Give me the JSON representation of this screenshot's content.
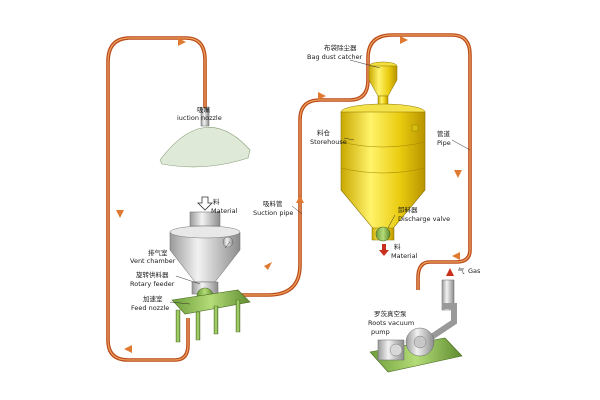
{
  "labels": {
    "suction_nozzle_zh": "吸嘴",
    "suction_nozzle_en": "iuction nozzle",
    "material_top_zh": "料",
    "material_top_en": "Material",
    "vent_chamber_zh": "排气室",
    "vent_chamber_en": "Vent chamber",
    "rotary_feeder_zh": "旋转供料器",
    "rotary_feeder_en": "Rotary feeder",
    "feed_nozzle_zh": "加速室",
    "feed_nozzle_en": "Feed nozzle",
    "suction_pipe_zh": "吸料管",
    "suction_pipe_en": "Suction pipe",
    "bag_dust_zh": "布袋除尘器",
    "bag_dust_en": "Bag dust catcher",
    "storehouse_zh": "料仓",
    "storehouse_en": "Storehouse",
    "pipe_zh": "管道",
    "pipe_en": "Pipe",
    "discharge_zh": "卸料器",
    "discharge_en": "Discharge valve",
    "material_bottom_zh": "料",
    "material_bottom_en": "Material",
    "gas_zh": "气",
    "gas_en": "Gas",
    "roots_zh": "罗茨真空泵",
    "roots_en1": "Roots vacuum",
    "roots_en2": "pump"
  },
  "colors": {
    "pipe": "#d9642a",
    "equipment": "#e9d31a",
    "green": "#8fbf57",
    "arrow": "#e07a30"
  }
}
